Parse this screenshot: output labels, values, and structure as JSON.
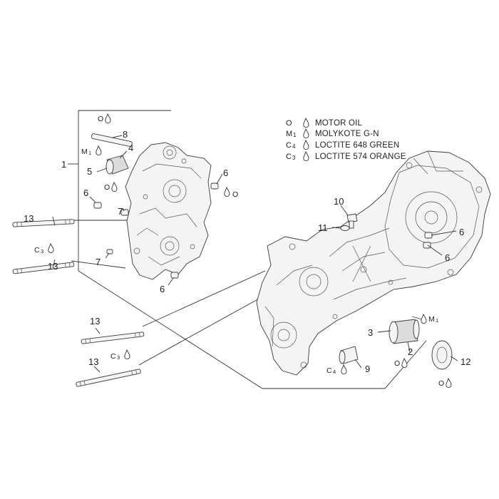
{
  "legend": [
    {
      "symbol": "O",
      "sub": "",
      "text": "MOTOR OIL"
    },
    {
      "symbol": "M",
      "sub": "1",
      "text": "MOLYKOTE G-N"
    },
    {
      "symbol": "C",
      "sub": "4",
      "text": "LOCTITE 648 GREEN"
    },
    {
      "symbol": "C",
      "sub": "3",
      "text": "LOCTITE 574 ORANGE"
    }
  ],
  "callouts": {
    "c1": "1",
    "c2": "2",
    "c3": "3",
    "c4": "4",
    "c5": "5",
    "c6a": "6",
    "c6b": "6",
    "c6c": "6",
    "c6d": "6",
    "c6e": "6",
    "c7a": "7",
    "c7b": "7",
    "c8": "8",
    "c9": "9",
    "c10": "10",
    "c11": "11",
    "c12": "12",
    "c13a": "13",
    "c13b": "13",
    "c13c": "13",
    "c13d": "13"
  },
  "symbols": {
    "o_top": "O",
    "o_5": "O",
    "o_6": "O",
    "o_2": "O",
    "o_12": "O",
    "m1_4": "M",
    "m1_4_sub": "1",
    "m1_3": "M",
    "m1_3_sub": "1",
    "c3_left": "C",
    "c3_left_sub": "3",
    "c3_bottom": "C",
    "c3_bottom_sub": "3",
    "c4_9": "C",
    "c4_9_sub": "4"
  }
}
